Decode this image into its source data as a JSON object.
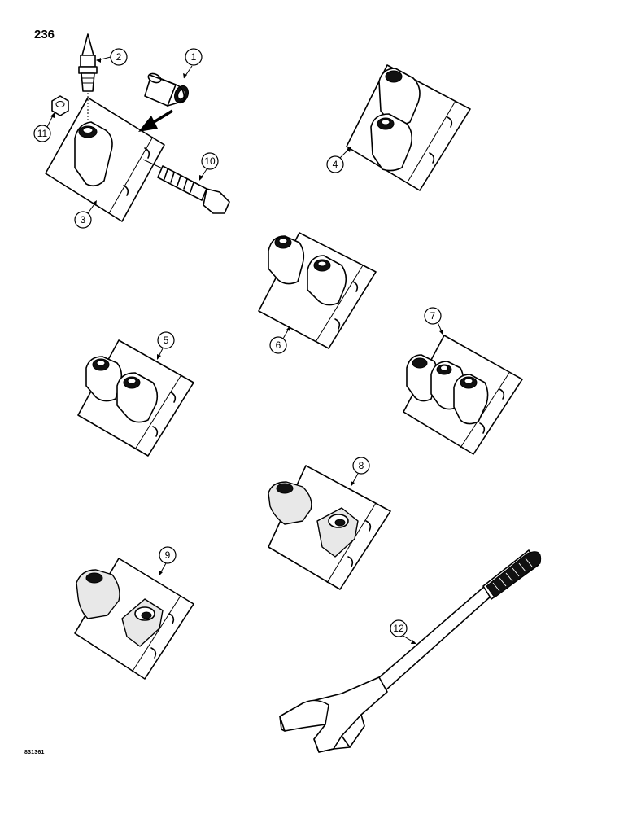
{
  "page_number": "236",
  "figure_code": "831361",
  "callouts": {
    "c1": "1",
    "c2": "2",
    "c3": "3",
    "c4": "4",
    "c5": "5",
    "c6": "6",
    "c7": "7",
    "c8": "8",
    "c9": "9",
    "c10": "10",
    "c11": "11",
    "c12": "12"
  }
}
